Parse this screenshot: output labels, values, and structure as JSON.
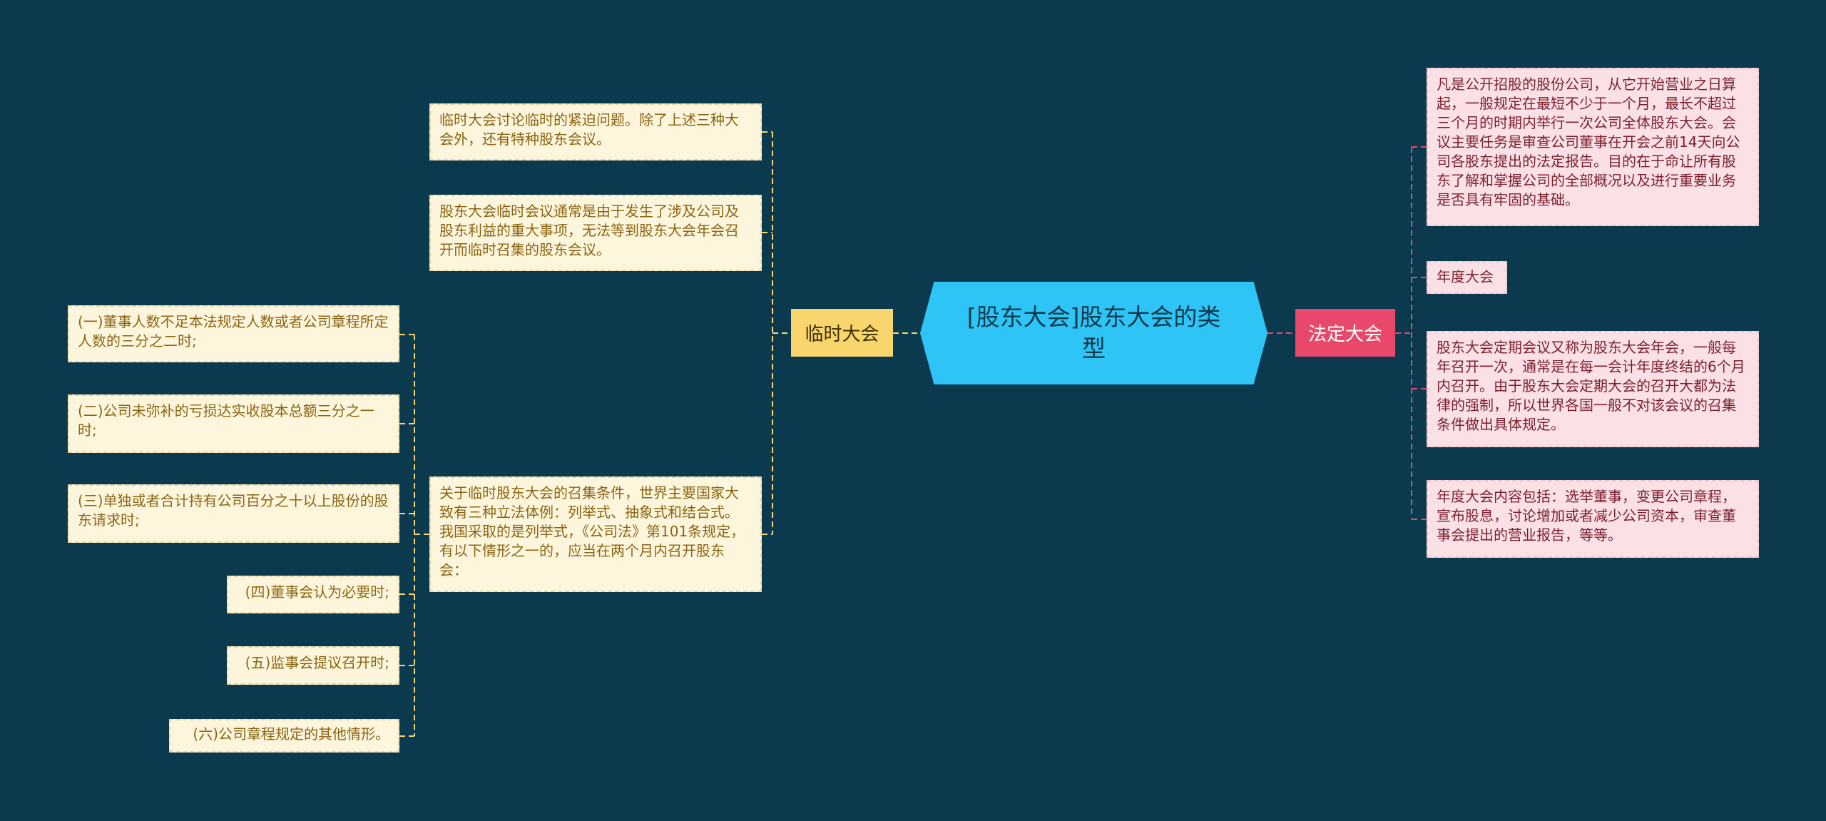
{
  "center": {
    "title": "[股东大会]股东大会的类型"
  },
  "left_branch": {
    "label": "临时大会",
    "color": "#f9d56e",
    "children": [
      {
        "text": "临时大会讨论临时的紧迫问题。除了上述三种大会外，还有特种股东会议。"
      },
      {
        "text": "股东大会临时会议通常是由于发生了涉及公司及股东利益的重大事项，无法等到股东大会年会召开而临时召集的股东会议。"
      },
      {
        "text": "关于临时股东大会的召集条件，世界主要国家大致有三种立法体例：列举式、抽象式和结合式。我国采取的是列举式，《公司法》第101条规定，有以下情形之一的，应当在两个月内召开股东会：",
        "children": [
          {
            "text": "(一)董事人数不足本法规定人数或者公司章程所定人数的三分之二时;"
          },
          {
            "text": "(二)公司未弥补的亏损达实收股本总额三分之一时;"
          },
          {
            "text": "(三)单独或者合计持有公司百分之十以上股份的股东请求时;"
          },
          {
            "text": "(四)董事会认为必要时;"
          },
          {
            "text": "(五)监事会提议召开时;"
          },
          {
            "text": "(六)公司章程规定的其他情形。"
          }
        ]
      }
    ]
  },
  "right_branch": {
    "label": "法定大会",
    "color": "#e8496a",
    "children": [
      {
        "text": "凡是公开招股的股份公司，从它开始营业之日算起，一般规定在最短不少于一个月，最长不超过三个月的时期内举行一次公司全体股东大会。会议主要任务是审查公司董事在开会之前14天向公司各股东提出的法定报告。目的在于命让所有股东了解和掌握公司的全部概况以及进行重要业务是否具有牢固的基础。"
      },
      {
        "text": "年度大会"
      },
      {
        "text": "股东大会定期会议又称为股东大会年会，一般每年召开一次，通常是在每一会计年度终结的6个月内召开。由于股东大会定期大会的召开大都为法律的强制，所以世界各国一般不对该会议的召集条件做出具体规定。"
      },
      {
        "text": "年度大会内容包括：选举董事，变更公司章程，宣布股息，讨论增加或者减少公司资本，审查董事会提出的营业报告，等等。"
      }
    ]
  }
}
